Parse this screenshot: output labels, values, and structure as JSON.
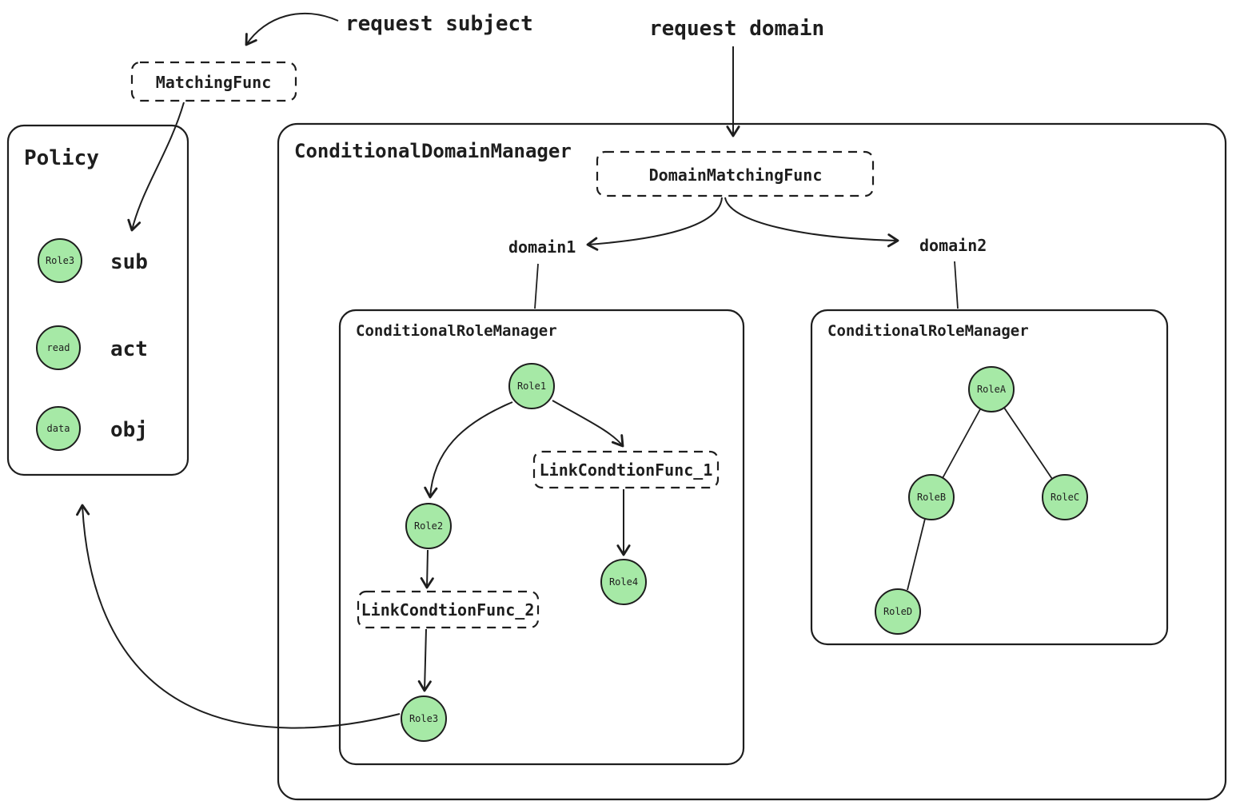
{
  "annotations": {
    "request_subject": "request subject",
    "request_domain": "request domain",
    "domain1": "domain1",
    "domain2": "domain2"
  },
  "containers": {
    "policy": "Policy",
    "conditional_domain_manager": "ConditionalDomainManager",
    "role_manager_domain1": "ConditionalRoleManager",
    "role_manager_domain2": "ConditionalRoleManager"
  },
  "functions": {
    "matching_func": "MatchingFunc",
    "domain_matching_func": "DomainMatchingFunc",
    "link_condition_func_1": "LinkCondtionFunc_1",
    "link_condition_func_2": "LinkCondtionFunc_2"
  },
  "policy": {
    "rows": [
      {
        "node": "Role3",
        "field": "sub"
      },
      {
        "node": "read",
        "field": "act"
      },
      {
        "node": "data",
        "field": "obj"
      }
    ]
  },
  "nodes": {
    "role1": "Role1",
    "role2": "Role2",
    "role3": "Role3",
    "role4": "Role4",
    "roleA": "RoleA",
    "roleB": "RoleB",
    "roleC": "RoleC",
    "roleD": "RoleD"
  },
  "colors": {
    "node_fill": "#a6e9a6",
    "node_stroke": "#1e1e1e",
    "matching_func_text": "#2f9e44",
    "domain_matching_func_text": "#1c7ed6",
    "link_condition_func_text": "#f08c00",
    "line": "#1e1e1e"
  }
}
